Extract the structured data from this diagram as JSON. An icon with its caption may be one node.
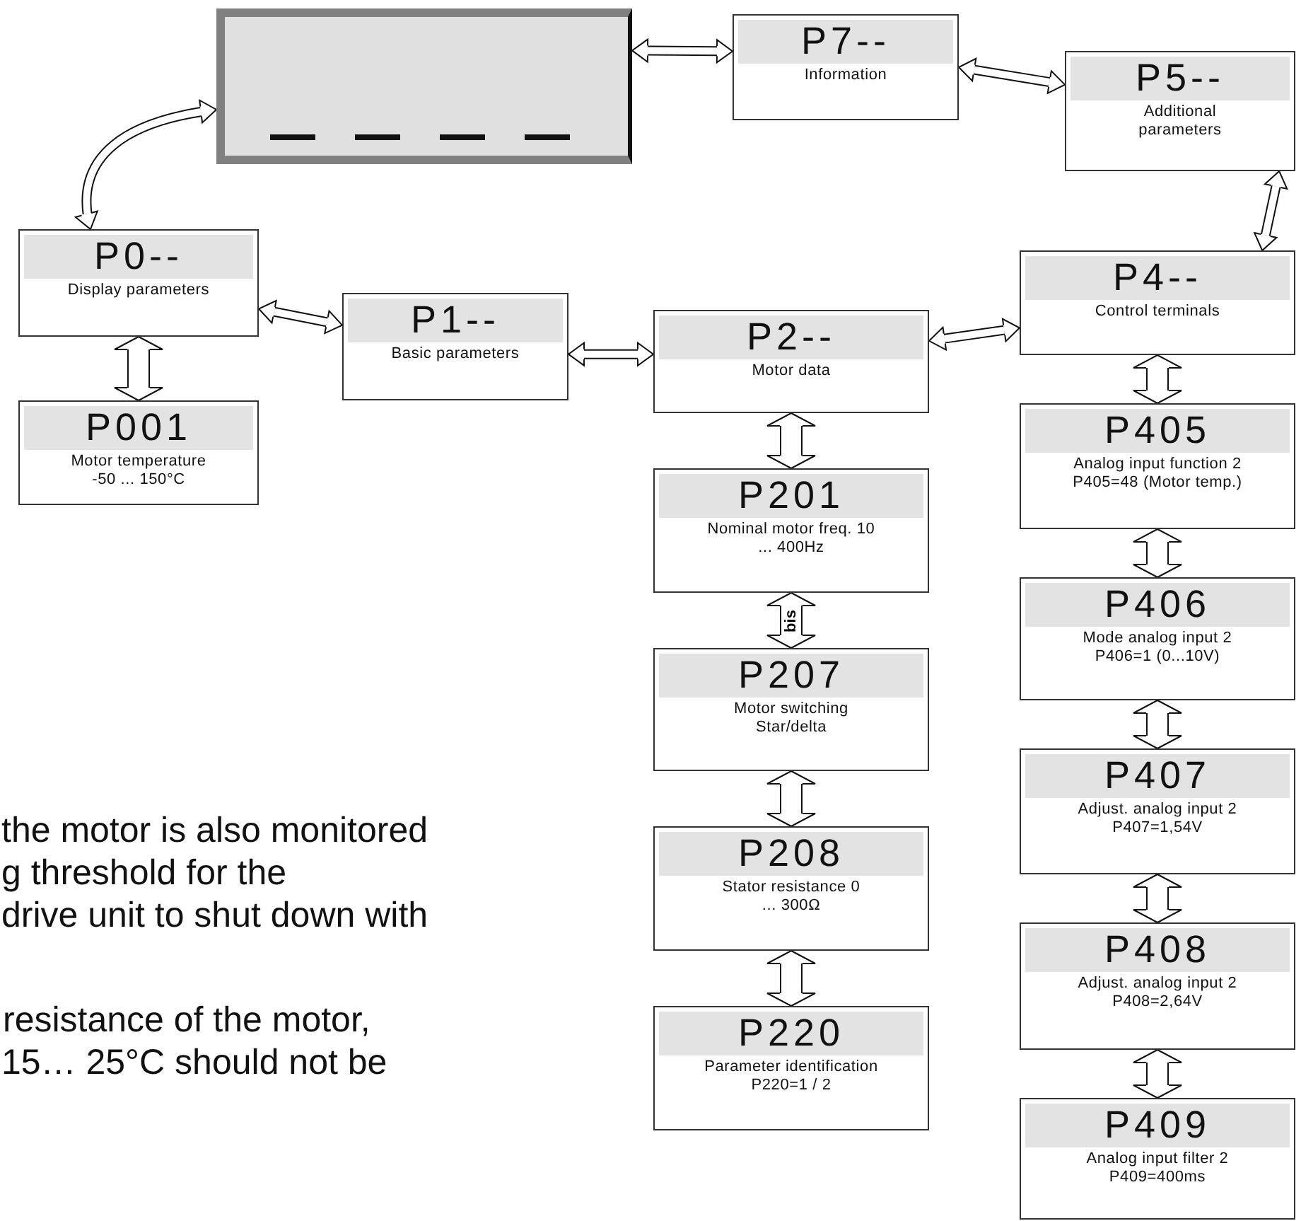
{
  "diagram": {
    "nodes": [
      {
        "text": [],
        "shape": "box"
      },
      {
        "text": [
          "P7--",
          "Information"
        ]
      },
      {
        "text": [
          "P5--",
          "Additional parameters"
        ]
      },
      {
        "text": [
          "P0--",
          "Display parameters"
        ]
      },
      {
        "text": [
          "P1--",
          "Basic parameters"
        ]
      },
      {
        "text": [
          "P2--",
          "Motor data"
        ]
      },
      {
        "text": [
          "P4--",
          "Control terminals"
        ]
      },
      {
        "text": [
          "P001",
          "Motor temperature -50 ... 150°C"
        ]
      },
      {
        "text": [
          "P201",
          "Nominal motor freq. 10 ... 400Hz"
        ]
      },
      {
        "text": [
          "P207",
          "Motor switching Star/delta"
        ]
      },
      {
        "text": [
          "P208",
          "Stator resistance 0 ... 300Ω"
        ]
      },
      {
        "text": [
          "P220",
          "Parameter identification P220=1 / 2"
        ]
      },
      {
        "text": [
          "P405",
          "Analog input function 2 P405=48 (Motor temp.)"
        ]
      },
      {
        "text": [
          "P406",
          "Mode analog input 2 P406=1 (0...10V)"
        ]
      },
      {
        "text": [
          "P407",
          "Adjust. analog input 2 P407=1,54V"
        ]
      },
      {
        "text": [
          "P408",
          "Adjust. analog input 2 P408=2,64V"
        ]
      },
      {
        "text": [
          "P409",
          "Analog input filter 2 P409=400ms"
        ]
      }
    ],
    "edges": [
      {
        "from": 0,
        "to": 1,
        "arrow": "both"
      },
      {
        "from": 1,
        "to": 2,
        "arrow": "both"
      },
      {
        "from": 2,
        "to": 6,
        "arrow": "both"
      },
      {
        "from": 3,
        "to": 0,
        "arrow": "both"
      },
      {
        "from": 3,
        "to": 4,
        "arrow": "both"
      },
      {
        "from": 4,
        "to": 5,
        "arrow": "both"
      },
      {
        "from": 5,
        "to": 6,
        "arrow": "both"
      },
      {
        "from": 3,
        "to": 7,
        "arrow": "both"
      },
      {
        "from": 5,
        "to": 8,
        "arrow": "both"
      },
      {
        "from": 8,
        "to": 9,
        "arrow": "both",
        "label": "bis"
      },
      {
        "from": 9,
        "to": 10,
        "arrow": "both"
      },
      {
        "from": 10,
        "to": 11,
        "arrow": "both"
      },
      {
        "from": 6,
        "to": 12,
        "arrow": "both"
      },
      {
        "from": 12,
        "to": 13,
        "arrow": "both"
      },
      {
        "from": 13,
        "to": 14,
        "arrow": "both"
      },
      {
        "from": 14,
        "to": 15,
        "arrow": "both"
      },
      {
        "from": 15,
        "to": 16,
        "arrow": "both"
      }
    ],
    "labels": [
      "the motor is also monitored",
      "g threshold for the",
      "drive unit to shut down with",
      "resistance of the motor,",
      "15… 25°C should not be"
    ]
  }
}
